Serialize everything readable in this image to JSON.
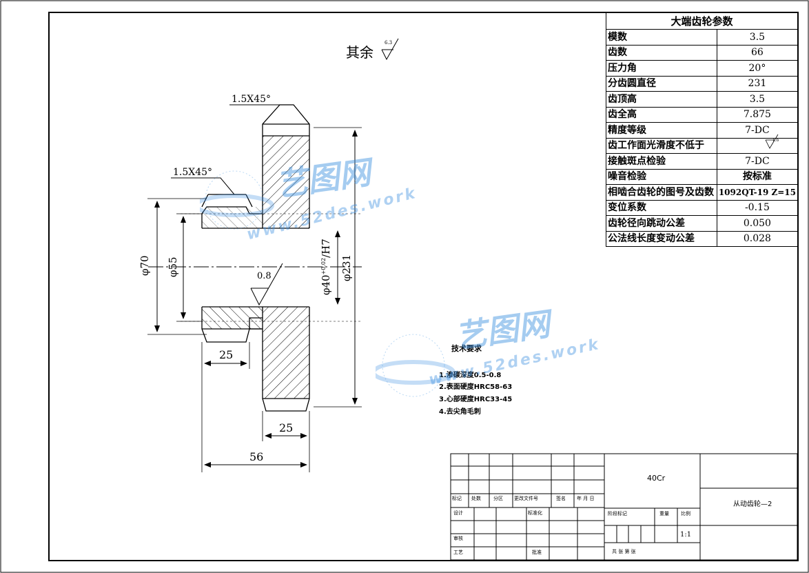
{
  "surface_note": {
    "text": "其余",
    "roughness": "6.3"
  },
  "dimensions": {
    "chamfer_top": "1.5X45°",
    "chamfer_left": "1.5X45°",
    "dia_70": "φ70",
    "dia_55": "φ55",
    "dia_bore": "φ40",
    "bore_tol": "+0.02",
    "bore_fit": "/H7",
    "dia_231": "φ231",
    "roughness_inner": "0.8",
    "hub_width": "25",
    "rim_width": "25",
    "total_width": "56"
  },
  "gear_params": {
    "title": "大端齿轮参数",
    "rows": [
      {
        "k": "模数",
        "v": "3.5"
      },
      {
        "k": "齿数",
        "v": "66"
      },
      {
        "k": "压力角",
        "v": "20°"
      },
      {
        "k": "分齿圆直径",
        "v": "231"
      },
      {
        "k": "齿顶高",
        "v": "3.5"
      },
      {
        "k": "齿全高",
        "v": "7.875"
      },
      {
        "k": "精度等级",
        "v": "7-DC"
      },
      {
        "k": "齿工作面光滑度不低于",
        "v": "1.6"
      },
      {
        "k": "接触斑点检验",
        "v": "7-DC"
      },
      {
        "k": "噪音检验",
        "v": "按标准"
      },
      {
        "k": "相啮合齿轮的图号及齿数",
        "v": "1092QT-19 Z=15"
      },
      {
        "k": "变位系数",
        "v": "-0.15"
      },
      {
        "k": "齿轮径向跳动公差",
        "v": "0.050"
      },
      {
        "k": "公法线长度变动公差",
        "v": "0.028"
      }
    ]
  },
  "tech_requirements": {
    "title": "技术要求",
    "items": [
      "1.渗碳深度0.5-0.8",
      "2.表面硬度HRC58-63",
      "3.心部硬度HRC33-45",
      "4.去尖角毛刺"
    ]
  },
  "title_block": {
    "material": "40Cr",
    "part_name": "从动齿轮—2",
    "scale": "1:1",
    "labels": {
      "mark": "标记",
      "count": "处数",
      "zone": "分区",
      "doc_no": "更改文件号",
      "sign": "签名",
      "date": "年 月 日",
      "design": "设计",
      "standardize": "标准化",
      "check": "审核",
      "process": "工艺",
      "approve": "批准",
      "stage": "阶段标记",
      "weight": "重量",
      "scale_lbl": "比例",
      "sheets": "共  张  第  张"
    }
  },
  "watermark": {
    "brand": "艺图网",
    "url": "www.52des.work"
  },
  "colors": {
    "line": "#000000",
    "watermark": "#3a8fe0"
  }
}
